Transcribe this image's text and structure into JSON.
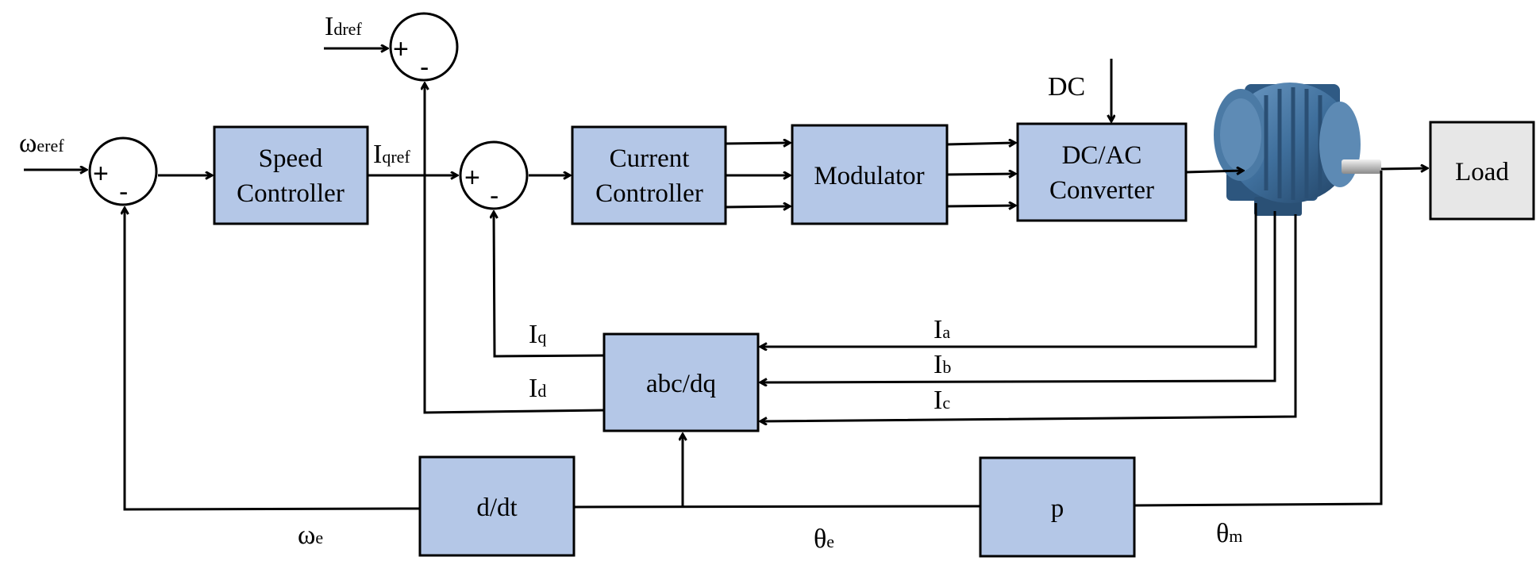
{
  "blocks": {
    "speed_controller": [
      "Speed",
      "Controller"
    ],
    "current_controller": [
      "Current",
      "Controller"
    ],
    "modulator": "Modulator",
    "converter": [
      "DC/AC",
      "Converter"
    ],
    "load": "Load",
    "abc_dq": "abc/dq",
    "ddt": "d/dt",
    "p": "p"
  },
  "summing_junction": {
    "plus": "+",
    "minus": "-"
  },
  "signals": {
    "omega_ref": {
      "sym": "ω",
      "sub": "eref"
    },
    "id_ref": {
      "sym": "I",
      "sub": "dref"
    },
    "iq_ref": {
      "sym": "I",
      "sub": "qref"
    },
    "dc": "DC",
    "iq": {
      "sym": "I",
      "sub": "q"
    },
    "id": {
      "sym": "I",
      "sub": "d"
    },
    "ia": {
      "sym": "I",
      "sub": "a"
    },
    "ib": {
      "sym": "I",
      "sub": "b"
    },
    "ic": {
      "sym": "I",
      "sub": "c"
    },
    "omega_e": {
      "sym": "ω",
      "sub": "e"
    },
    "theta_e": {
      "sym": "θ",
      "sub": "e"
    },
    "theta_m": {
      "sym": "θ",
      "sub": "m"
    }
  },
  "colors": {
    "block_fill": "#b4c7e7",
    "load_fill": "#e7e7e7",
    "line": "#000000",
    "motor_body": "#3f6f9c"
  },
  "icons": {
    "motor": "electric-motor-icon"
  }
}
